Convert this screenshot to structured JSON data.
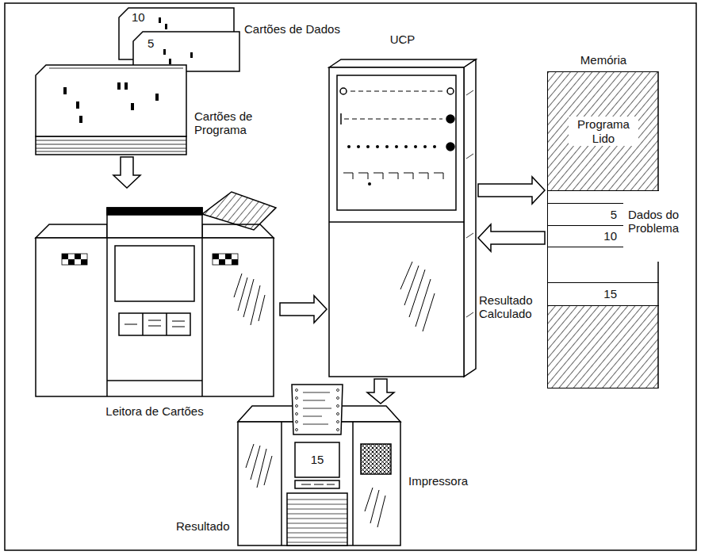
{
  "diagram": {
    "nodes": [
      {
        "text": [
          "Cartões de Dados"
        ]
      },
      {
        "text": [
          "Cartões de Programa"
        ]
      },
      {
        "text": [
          "Leitora de Cartões"
        ]
      },
      {
        "text": [
          "UCP"
        ]
      },
      {
        "text": [
          "Memória"
        ]
      },
      {
        "text": [
          "Programa Lido"
        ],
        "in": 4
      },
      {
        "text": [
          "5"
        ],
        "in": 4
      },
      {
        "text": [
          "10"
        ],
        "in": 4
      },
      {
        "text": [
          "15"
        ],
        "in": 4
      },
      {
        "text": [
          "Impressora"
        ]
      }
    ],
    "edges": [
      {
        "from": 1,
        "to": 2,
        "arrow": "to"
      },
      {
        "from": 2,
        "to": 3,
        "arrow": "to"
      },
      {
        "from": 3,
        "to": 4,
        "arrow": "to"
      },
      {
        "from": 4,
        "to": 3,
        "arrow": "to"
      },
      {
        "from": 3,
        "to": 9,
        "arrow": "to"
      }
    ],
    "labels": [
      "10",
      "5",
      "Dados do Problema",
      "Resultado Calculado",
      "15",
      "Resultado"
    ]
  }
}
